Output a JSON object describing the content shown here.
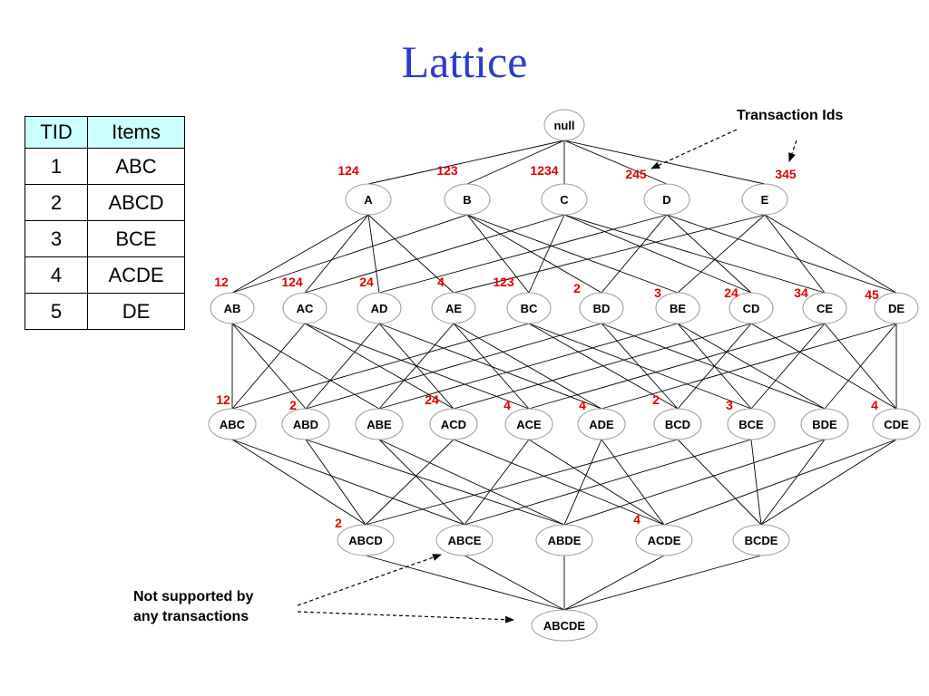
{
  "title": "Lattice",
  "table": {
    "headers": [
      "TID",
      "Items"
    ],
    "rows": [
      [
        "1",
        "ABC"
      ],
      [
        "2",
        "ABCD"
      ],
      [
        "3",
        "BCE"
      ],
      [
        "4",
        "ACDE"
      ],
      [
        "5",
        "DE"
      ]
    ]
  },
  "annotations": {
    "transaction_ids": "Transaction Ids",
    "not_supported_line1": "Not supported by",
    "not_supported_line2": "any transactions"
  },
  "lattice": {
    "levels": [
      [
        {
          "label": "null",
          "support": ""
        }
      ],
      [
        {
          "label": "A",
          "support": "124"
        },
        {
          "label": "B",
          "support": "123"
        },
        {
          "label": "C",
          "support": "1234"
        },
        {
          "label": "D",
          "support": "245"
        },
        {
          "label": "E",
          "support": "345"
        }
      ],
      [
        {
          "label": "AB",
          "support": "12"
        },
        {
          "label": "AC",
          "support": "124"
        },
        {
          "label": "AD",
          "support": "24"
        },
        {
          "label": "AE",
          "support": "4"
        },
        {
          "label": "BC",
          "support": "123"
        },
        {
          "label": "BD",
          "support": "2"
        },
        {
          "label": "BE",
          "support": "3"
        },
        {
          "label": "CD",
          "support": "24"
        },
        {
          "label": "CE",
          "support": "34"
        },
        {
          "label": "DE",
          "support": "45"
        }
      ],
      [
        {
          "label": "ABC",
          "support": "12"
        },
        {
          "label": "ABD",
          "support": "2"
        },
        {
          "label": "ABE",
          "support": ""
        },
        {
          "label": "ACD",
          "support": "24"
        },
        {
          "label": "ACE",
          "support": "4"
        },
        {
          "label": "ADE",
          "support": "4"
        },
        {
          "label": "BCD",
          "support": "2"
        },
        {
          "label": "BCE",
          "support": "3"
        },
        {
          "label": "BDE",
          "support": ""
        },
        {
          "label": "CDE",
          "support": "4"
        }
      ],
      [
        {
          "label": "ABCD",
          "support": "2"
        },
        {
          "label": "ABCE",
          "support": ""
        },
        {
          "label": "ABDE",
          "support": ""
        },
        {
          "label": "ACDE",
          "support": "4"
        },
        {
          "label": "BCDE",
          "support": ""
        }
      ],
      [
        {
          "label": "ABCDE",
          "support": ""
        }
      ]
    ]
  }
}
